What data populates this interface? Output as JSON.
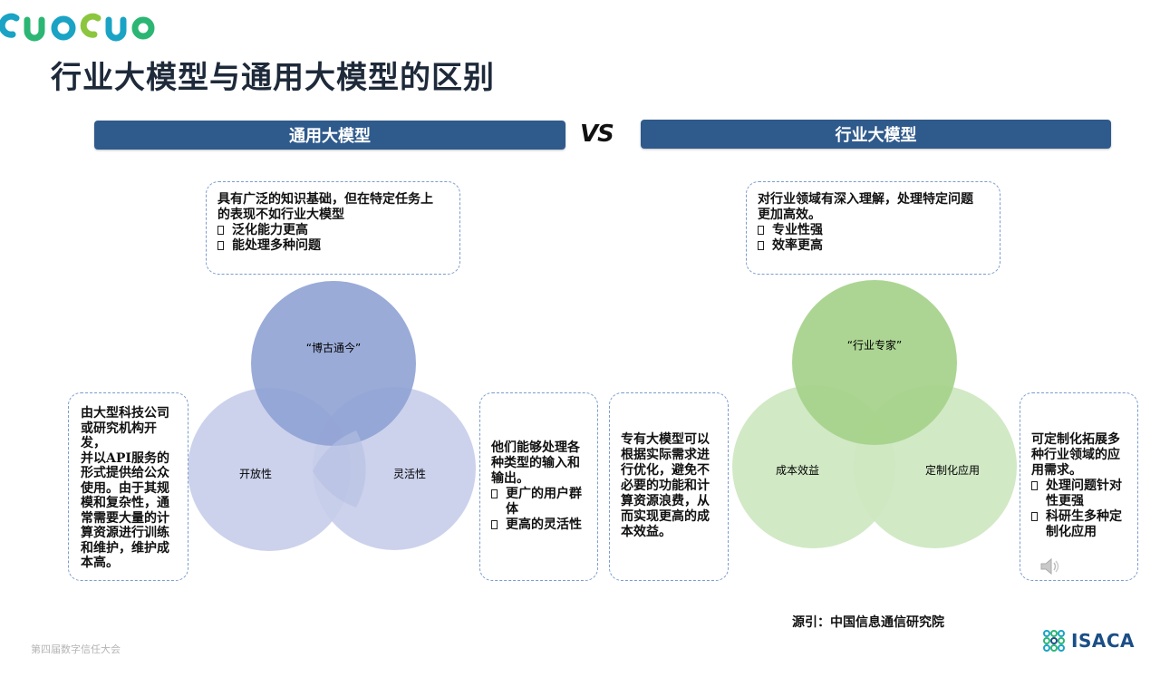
{
  "brand": {
    "top_logo_text": "CUOCUO",
    "bottom_logo_text": "ISACA"
  },
  "colors": {
    "bar": "#2f5a8c",
    "blue_circles": "#9fb1dc",
    "green_circles": "#a9d38f",
    "dashed_border": "#7a9ccf"
  },
  "slide": {
    "title": "行业大模型与通用大模型的区别",
    "vs": "VS",
    "source": "源引：中国信息通信研究院",
    "footer": "第四届数字信任大会"
  },
  "general": {
    "header": "通用大模型",
    "top_box": {
      "intro_line1": "具有广泛的知识基础，但在特定任务上",
      "intro_line2": "的表现不如行业大模型",
      "bullets": [
        "泛化能力更高",
        "能处理多种问题"
      ]
    },
    "left_box": {
      "lines": [
        "由大型科技公司",
        "或研究机构开发，",
        "并以API服务的",
        "形式提供给公众",
        "使用。由于其规",
        "模和复杂性，通",
        "常需要大量的计",
        "算资源进行训练",
        "和维护，维护成",
        "本高。"
      ]
    },
    "right_box": {
      "lines": [
        "他们能够处理各",
        "种类型的输入和",
        "输出。"
      ],
      "bullet1_line1": "更广的用户群",
      "bullet1_line2": "体",
      "bullet2": "更高的灵活性"
    },
    "circles": {
      "top": "“博古通今”",
      "left": "开放性",
      "right": "灵活性"
    }
  },
  "industry": {
    "header": "行业大模型",
    "top_box": {
      "intro_line1": "对行业领域有深入理解，处理特定问题",
      "intro_line2": "更加高效。",
      "bullets": [
        "专业性强",
        "效率更高"
      ]
    },
    "left_box": {
      "lines": [
        "专有大模型可以",
        "根据实际需求进",
        "行优化，避免不",
        "必要的功能和计",
        "算资源浪费，从",
        "而实现更高的成",
        "本效益。"
      ]
    },
    "right_box": {
      "lines": [
        "可定制化拓展多",
        "种行业领域的应",
        "用需求。"
      ],
      "bullet1_line1": "处理问题针对",
      "bullet1_line2": "性更强",
      "bullet2_line1": "科研生多种定",
      "bullet2_line2": "制化应用"
    },
    "circles": {
      "top": "“行业专家”",
      "left": "成本效益",
      "right": "定制化应用"
    }
  },
  "icons": [
    "speaker-icon",
    "bullet-box-icon",
    "cuocuo-logo-icon",
    "isaca-logo-icon"
  ]
}
